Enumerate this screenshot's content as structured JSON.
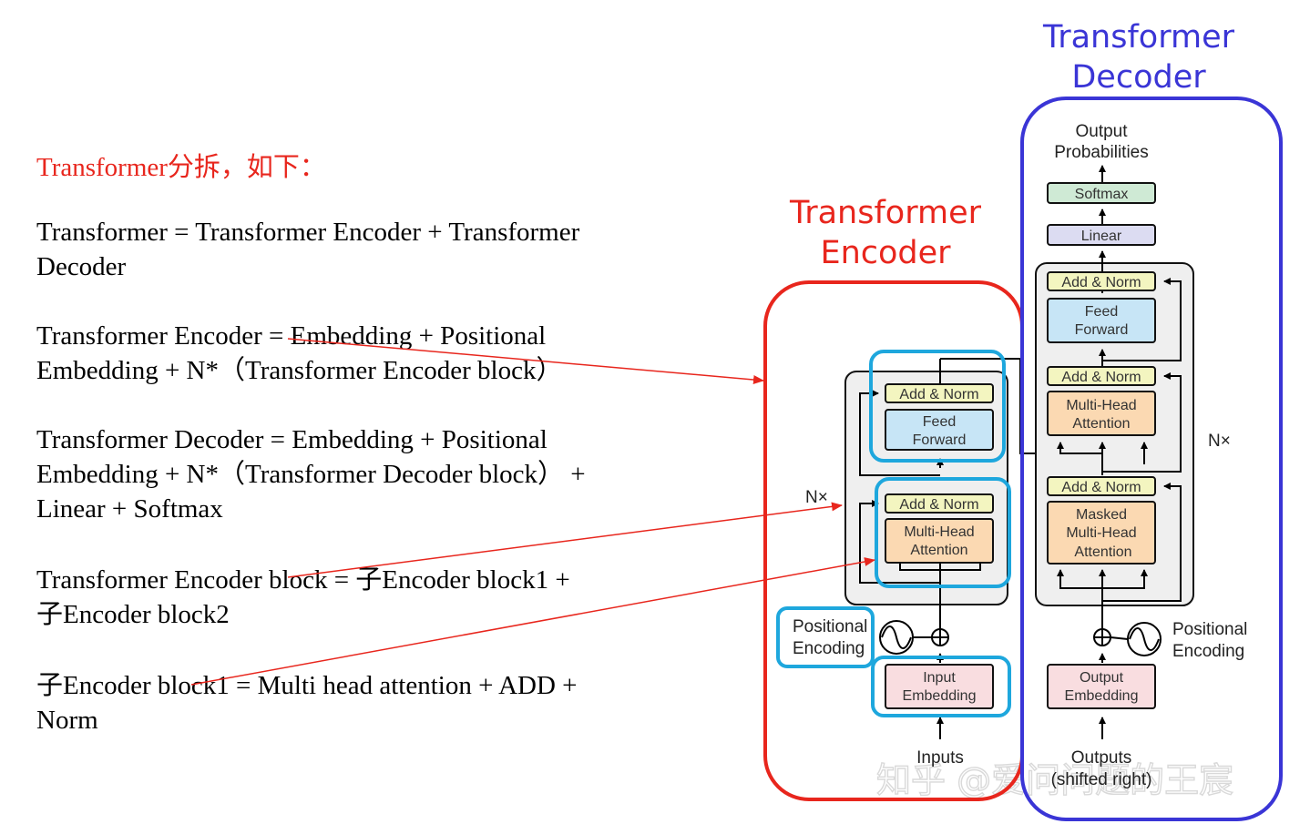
{
  "text": {
    "heading": "Transformer分拆，如下：",
    "lines": [
      [
        "Transformer = Transformer Encoder + Transformer",
        "Decoder"
      ],
      [
        "Transformer Encoder = Embedding + Positional",
        "Embedding + N*（Transformer Encoder block）"
      ],
      [
        "Transformer Decoder = Embedding + Positional",
        "Embedding + N*（Transformer Decoder block） +",
        "Linear + Softmax"
      ],
      [
        "Transformer Encoder block = 子Encoder block1 +",
        "子Encoder block2"
      ],
      [
        "子Encoder block1 = Multi head attention + ADD +",
        "Norm"
      ]
    ]
  },
  "titles": {
    "encoder": [
      "Transformer",
      "Encoder"
    ],
    "decoder": [
      "Transformer",
      "Decoder"
    ]
  },
  "encoder": {
    "add_norm": "Add & Norm",
    "feed_forward": [
      "Feed",
      "Forward"
    ],
    "multi_head_attention": [
      "Multi-Head",
      "Attention"
    ],
    "input_embedding": [
      "Input",
      "Embedding"
    ],
    "positional_encoding": [
      "Positional",
      "Encoding"
    ],
    "repeat": "N×",
    "inputs": "Inputs"
  },
  "decoder": {
    "output_probabilities": [
      "Output",
      "Probabilities"
    ],
    "softmax": "Softmax",
    "linear": "Linear",
    "add_norm": "Add & Norm",
    "feed_forward": [
      "Feed",
      "Forward"
    ],
    "multi_head_attention": [
      "Multi-Head",
      "Attention"
    ],
    "masked_multi_head_attention": [
      "Masked",
      "Multi-Head",
      "Attention"
    ],
    "output_embedding": [
      "Output",
      "Embedding"
    ],
    "positional_encoding": [
      "Positional",
      "Encoding"
    ],
    "repeat": "N×",
    "outputs": [
      "Outputs",
      "(shifted right)"
    ]
  },
  "watermark": "知乎 @爱问问题的王宸",
  "colors": {
    "heading": "#e8261d",
    "encoder_outline": "#e8261d",
    "decoder_outline": "#3a35d6",
    "highlight": "#1ea7dd",
    "add_norm_fill": "#f3f5c0",
    "feed_forward_fill": "#c7e5f6",
    "attention_fill": "#fbd9b2",
    "embedding_fill": "#f9dde0",
    "softmax_fill": "#cfead5",
    "linear_fill": "#dcdcf2",
    "block_fill": "#efefef"
  }
}
